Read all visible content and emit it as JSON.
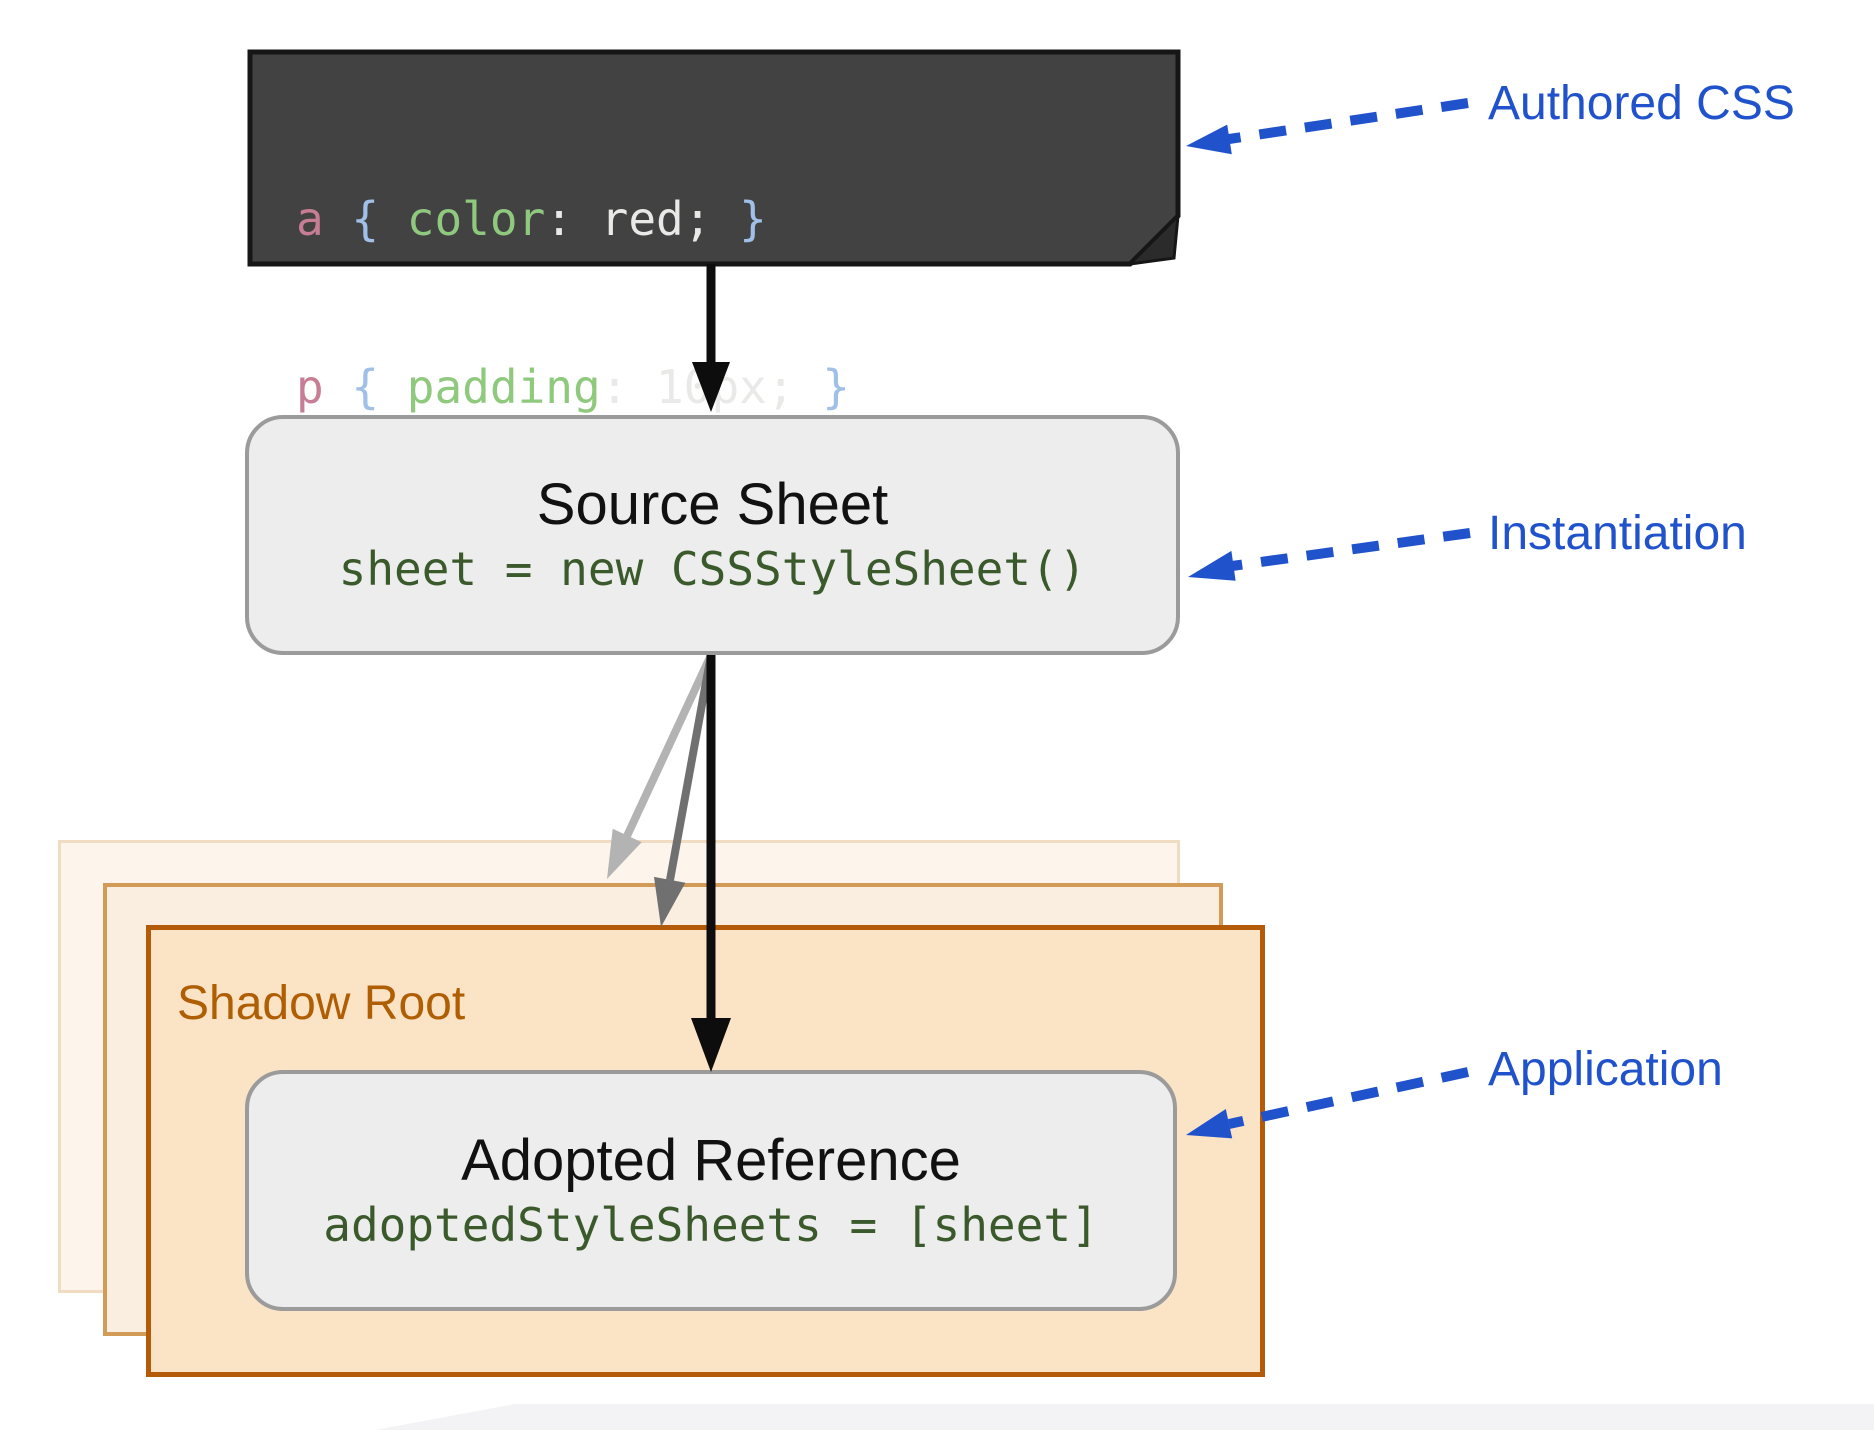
{
  "authored_css": {
    "lines": [
      {
        "selector": "a",
        "brace_open": " { ",
        "property": "color",
        "rest": ": red; ",
        "brace_close": "}"
      },
      {
        "selector": "p",
        "brace_open": " { ",
        "property": "padding",
        "rest": ": 10px; ",
        "brace_close": "}"
      }
    ]
  },
  "source_sheet": {
    "title": "Source Sheet",
    "code": "sheet = new CSSStyleSheet()"
  },
  "shadow_root": {
    "label": "Shadow Root"
  },
  "adopted_reference": {
    "title": "Adopted Reference",
    "code": "adoptedStyleSheets = [sheet]"
  },
  "annotations": {
    "authored_css": "Authored CSS",
    "instantiation": "Instantiation",
    "application": "Application"
  },
  "colors": {
    "annotation_blue": "#2052cc",
    "shadow_root_border_orange": "#b35b09",
    "shadow_root_text_orange": "#b05e04",
    "code_block_background": "#424242",
    "node_code_green": "#3a5a2c",
    "syntax_selector_pink": "#c77e95",
    "syntax_brace_blue": "#a0c0e8",
    "syntax_property_green": "#8fc97e",
    "syntax_value_white": "#e9e9e7",
    "arrow_black": "#0d0d0d",
    "arrow_gray_light": "#b3b3b3",
    "arrow_gray_dark": "#707070"
  }
}
